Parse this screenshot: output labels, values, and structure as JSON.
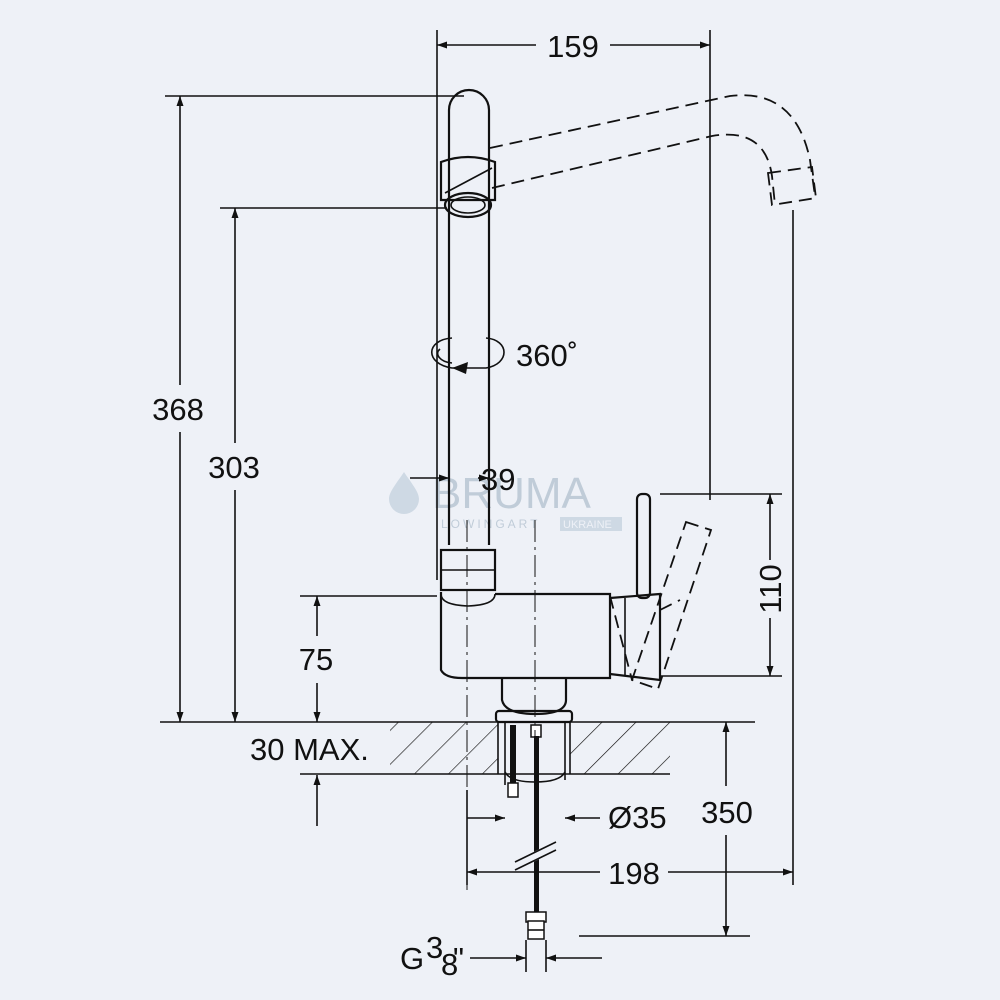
{
  "dimensions": {
    "width_top": "159",
    "height_total": "368",
    "height_spout": "303",
    "rotation": "360˚",
    "spout_diameter": "39",
    "lever_height": "110",
    "body_height": "75",
    "deck_thickness": "30 MAX.",
    "hole_diameter": "Ø35",
    "hose_length": "350",
    "reach": "198",
    "thread_prefix": "G",
    "thread_sup": "3",
    "thread_sub": "8",
    "thread_suffix": "\""
  },
  "watermark": {
    "brand": "BRUMA",
    "tagline": "LOWINGART",
    "badge": "UKRAINE"
  },
  "colors": {
    "background": "#eef1f7",
    "line": "#111111",
    "watermark": "#b9c6d3"
  }
}
